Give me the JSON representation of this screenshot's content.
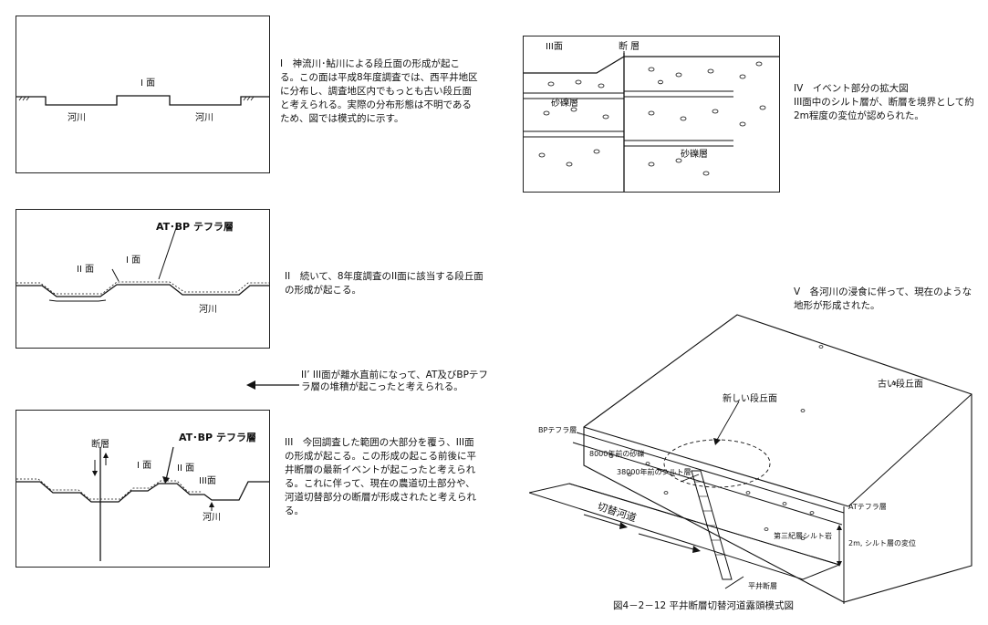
{
  "captions": {
    "p1": "I　神流川･鮎川による段丘面の形成が起こる。この面は平成8年度調査では、西平井地区に分布し、調査地区内でもっとも古い段丘面と考えられる。実際の分布形態は不明であるため、図では模式的に示す。",
    "p2": "II　続いて、8年度調査のII面に該当する段丘面の形成が起こる。",
    "p2b": "II’ III面が離水直前になって、AT及びBPテフラ層の堆積が起こったと考えられる。",
    "p3": "III　今回調査した範囲の大部分を覆う、III面の形成が起こる。この形成の起こる前後に平井断層の最新イベントが起こったと考えられる。これに伴って、現在の農道切土部分や、河道切替部分の断層が形成されたと考えられる。",
    "p4": "IV　イベント部分の拡大図\nIII面中のシルト層が、断層を境界として約2m程度の変位が認められた。",
    "p5": "V　各河川の浸食に伴って、現在のような地形が形成された。"
  },
  "panel1": {
    "surface": "I 面",
    "river_left": "河川",
    "river_right": "河川"
  },
  "panel2": {
    "tephra": "AT･BP テフラ層",
    "surface1": "I 面",
    "surface2": "II 面",
    "river": "河川"
  },
  "panel3": {
    "fault": "断層",
    "tephra": "AT･BP テフラ層",
    "surface1": "I 面",
    "surface2": "II 面",
    "surface3": "III面",
    "river": "河川"
  },
  "panel4": {
    "surface3": "III面",
    "fault": "断 層",
    "gravel1": "砂礫層",
    "gravel2": "砂礫層"
  },
  "block": {
    "old_terrace": "古い段丘面",
    "new_terrace": "新しい段丘面",
    "bp": "BPテフラ層",
    "gravel8000": "8000年前の砂礫",
    "silt38000": "38000年前のシルト層",
    "at": "ATテフラ層",
    "tertiary": "第三紀層シルト岩",
    "channel": "切替河道",
    "disp": "2m, シルト層の変位",
    "fault": "平井断層"
  },
  "figure_title": "図4－2－12 平井断層切替河道露頭模式図"
}
